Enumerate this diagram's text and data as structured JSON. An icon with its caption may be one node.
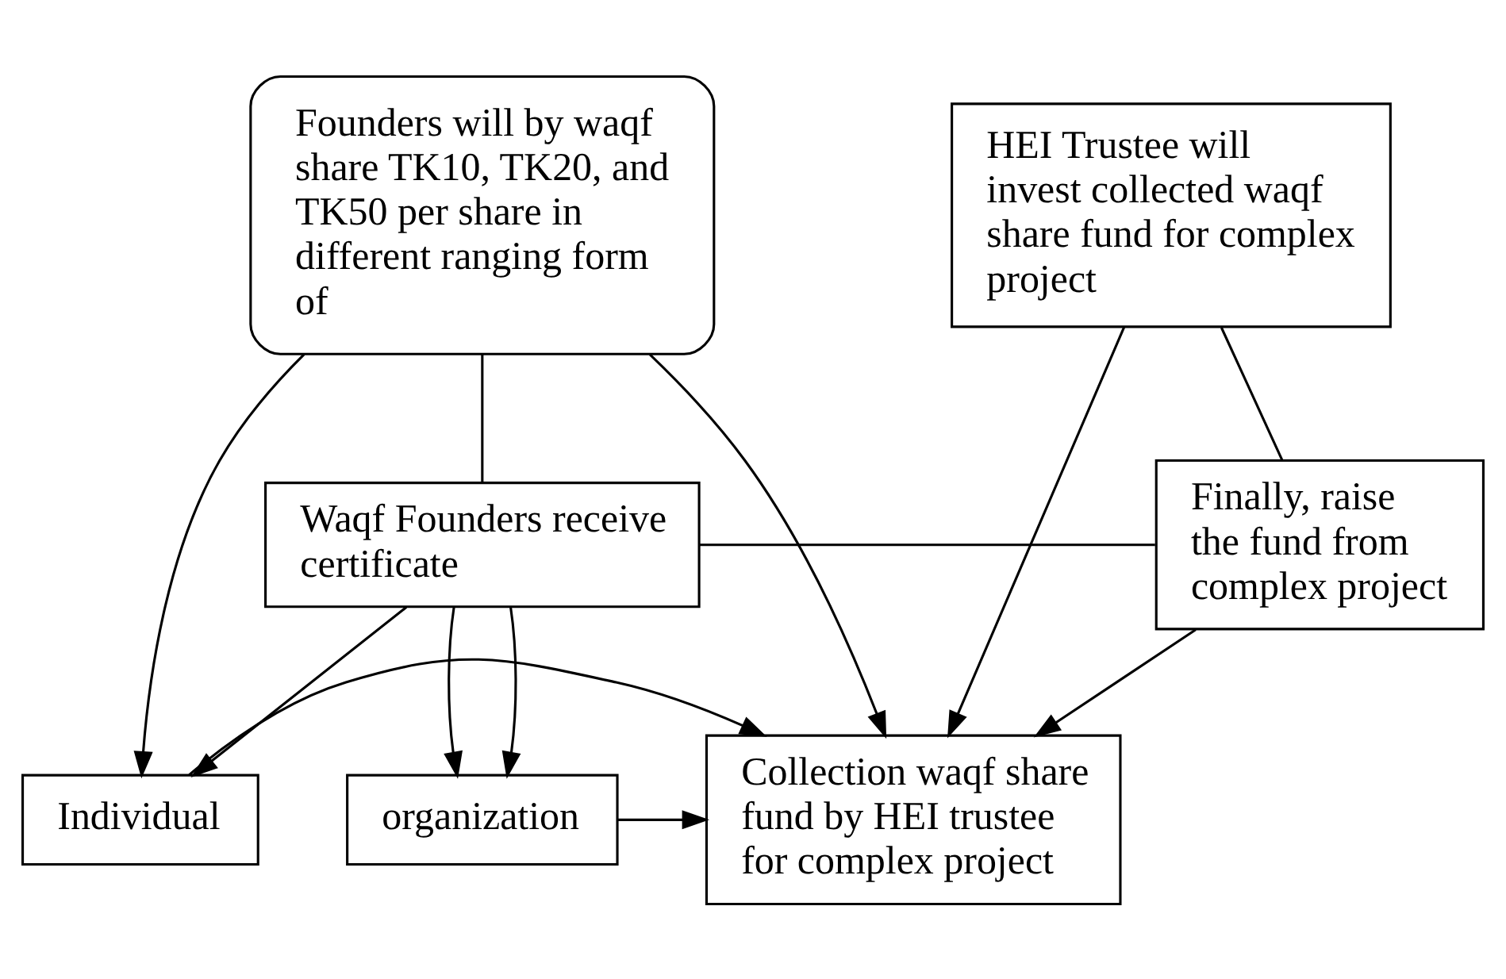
{
  "diagram": {
    "nodes": [
      {
        "text": [
          "Founders will by waqf share TK10, TK20, and TK50 per share in different ranging form of"
        ]
      },
      {
        "text": [
          "HEI Trustee will invest collected waqf share fund for complex project"
        ]
      },
      {
        "text": [
          "Individual"
        ]
      },
      {
        "text": [
          "organization"
        ]
      },
      {
        "text": [
          "Collection waqf share fund by HEI trustee for complex project"
        ]
      },
      {
        "text": [
          "Waqf Founders receive certificate"
        ]
      },
      {
        "text": [
          "Finally, raise the fund from complex project"
        ]
      }
    ],
    "edges": [
      {
        "from": 0,
        "to": 2,
        "arrow": "to"
      },
      {
        "from": 0,
        "to": 4,
        "arrow": "to"
      },
      {
        "from": 1,
        "to": 4,
        "arrow": "to"
      },
      {
        "from": 2,
        "to": 4,
        "arrow": "to"
      },
      {
        "from": 3,
        "to": 4,
        "arrow": "to"
      },
      {
        "from": 5,
        "to": 3,
        "arrow": "to"
      },
      {
        "from": 6,
        "to": 4,
        "arrow": "to"
      },
      {
        "from": 5,
        "to": 2,
        "arrow": "to"
      },
      {
        "from": 5,
        "to": 3,
        "arrow": "to"
      },
      {
        "from": 5,
        "to": 0,
        "arrow": "none"
      },
      {
        "from": 5,
        "to": 6,
        "arrow": "none"
      },
      {
        "from": 1,
        "to": 6,
        "arrow": "none"
      }
    ]
  }
}
